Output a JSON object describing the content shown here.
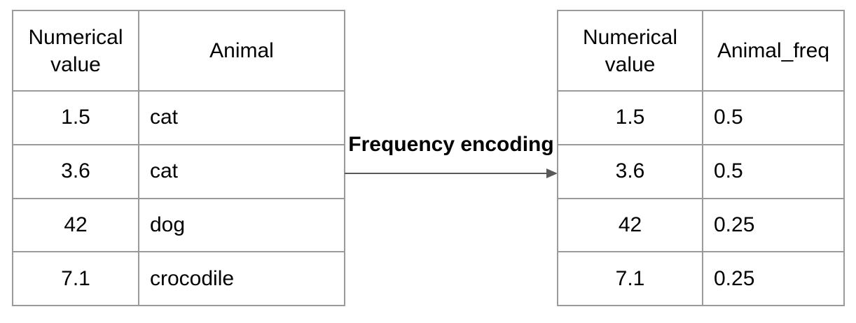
{
  "diagram": {
    "label": "Frequency encoding"
  },
  "left_table": {
    "headers": [
      "Numerical value",
      "Animal"
    ],
    "rows": [
      [
        "1.5",
        "cat"
      ],
      [
        "3.6",
        "cat"
      ],
      [
        "42",
        "dog"
      ],
      [
        "7.1",
        "crocodile"
      ]
    ]
  },
  "right_table": {
    "headers": [
      "Numerical value",
      "Animal_freq"
    ],
    "rows": [
      [
        "1.5",
        "0.5"
      ],
      [
        "3.6",
        "0.5"
      ],
      [
        "42",
        "0.25"
      ],
      [
        "7.1",
        "0.25"
      ]
    ]
  },
  "colors": {
    "border": "#9a9a9a",
    "arrow": "#595959",
    "text": "#000000",
    "page_bg": "#ffffff"
  }
}
